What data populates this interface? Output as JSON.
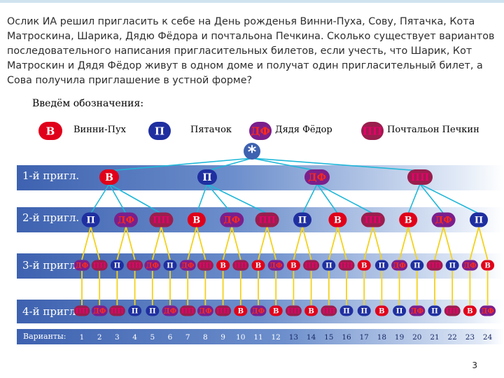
{
  "problem_text": "Ослик ИА решил пригласить к себе на День рожденья Винни-Пуха, Сову, Пятачка, Кота Матроскина, Шарика, Дядю Фёдора и почтальона Печкина. Сколько существует вариантов последовательного написания пригласительных билетов, если учесть, что Шарик, Кот Матроскин и Дядя Фёдор живут в одном доме и получат один пригласительный билет, а Сова получила приглашение в устной форме?",
  "legend": {
    "title": "Введём обозначения:",
    "items": [
      {
        "badge": "В",
        "label": "Винни-Пух"
      },
      {
        "badge": "П",
        "label": "Пятачок"
      },
      {
        "badge": "ДФ",
        "label": "Дядя Фёдор"
      },
      {
        "badge": "ПП",
        "label": "Почтальон Печкин"
      }
    ]
  },
  "root_mark": "*",
  "rows": {
    "r1": "1-й пригл.",
    "r2": "2-й пригл.",
    "r3": "3-й пригл.",
    "r4": "4-й пригл.",
    "variants": "Варианты:"
  },
  "level1": [
    "В",
    "П",
    "ДФ",
    "ПП"
  ],
  "level2": [
    "П",
    "ДФ",
    "ПП",
    "В",
    "ДФ",
    "ПП",
    "П",
    "В",
    "ПП",
    "В",
    "ДФ",
    "П"
  ],
  "level3": [
    "ДФ",
    "ПП",
    "П",
    "ПП",
    "ДФ",
    "П",
    "ДФ",
    "ПП",
    "В",
    "ПП",
    "В",
    "ДФ",
    "В",
    "ПП",
    "П",
    "ПП",
    "В",
    "П",
    "ДФ",
    "П",
    "ПП",
    "П",
    "ДФ",
    "В"
  ],
  "level4": [
    "ПП",
    "ДФ",
    "ПП",
    "П",
    "П",
    "ДФ",
    "ПП",
    "ДФ",
    "ПП",
    "В",
    "ДФ",
    "В",
    "ПП",
    "В",
    "ПП",
    "П",
    "П",
    "В",
    "П",
    "ДФ",
    "П",
    "ПП",
    "В",
    "ДФ"
  ],
  "variant_numbers": [
    "1",
    "2",
    "3",
    "4",
    "5",
    "6",
    "7",
    "8",
    "9",
    "10",
    "11",
    "12",
    "13",
    "14",
    "15",
    "16",
    "17",
    "18",
    "19",
    "20",
    "21",
    "22",
    "23",
    "24"
  ],
  "page_number": "3",
  "colors": {
    "В": "#e0001a",
    "П": "#1f2fa0",
    "ДФ": "#7b1f8c",
    "ПП": "#9a1e4e",
    "text_v": "#ffffff",
    "text_df": "#ff2a1a",
    "text_pp": "#e8006a",
    "band": "#3e62b0",
    "line_l1": "#20b7d8",
    "line_l2": "#f4d21c"
  }
}
